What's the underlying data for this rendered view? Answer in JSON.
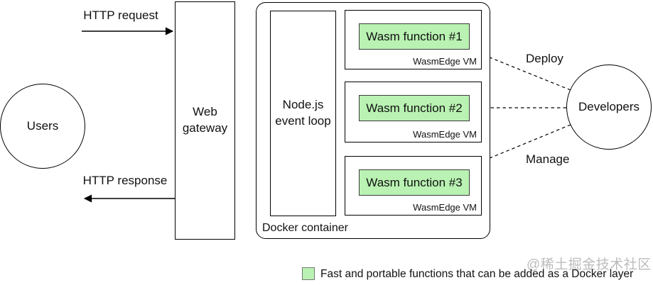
{
  "colors": {
    "wasm_green": "#b9f2b2",
    "line": "#000000",
    "watermark_gray": "#bcbcbc"
  },
  "users": {
    "label": "Users"
  },
  "http_request": {
    "label": "HTTP request"
  },
  "http_response": {
    "label": "HTTP response"
  },
  "web_gateway": {
    "label": "Web\ngateway"
  },
  "docker_container": {
    "label": "Docker container"
  },
  "nodejs": {
    "label": "Node.js\nevent loop"
  },
  "wasm_vms": [
    {
      "function_label": "Wasm function #1",
      "vm_label": "WasmEdge VM"
    },
    {
      "function_label": "Wasm function #2",
      "vm_label": "WasmEdge VM"
    },
    {
      "function_label": "Wasm function #3",
      "vm_label": "WasmEdge VM"
    }
  ],
  "developers": {
    "label": "Developers"
  },
  "deploy": {
    "label": "Deploy"
  },
  "manage": {
    "label": "Manage"
  },
  "legend": {
    "text": "Fast and portable functions that can be added as a Docker layer"
  },
  "watermark": {
    "text": "@稀土掘金技术社区"
  }
}
